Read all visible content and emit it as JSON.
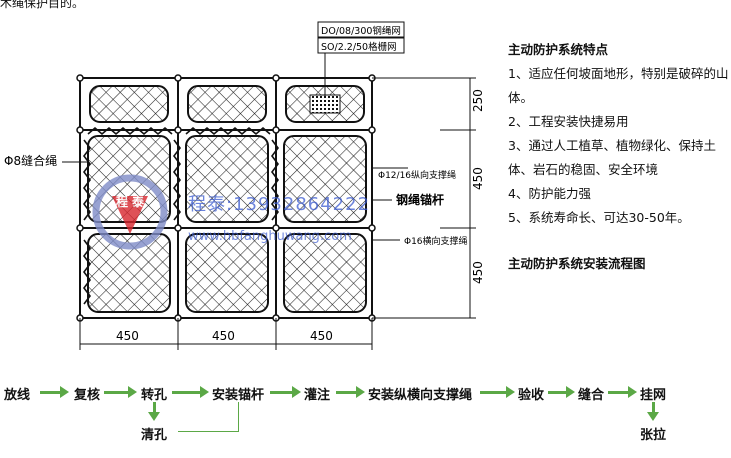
{
  "top_fragment": "木绳保护目的。",
  "labels": {
    "mesh_top": "DO/08/300钢绳网",
    "mesh_inner": "SO/2.2/50格栅网",
    "seam_rope": "Φ8缝合绳",
    "vertical_rope": "Φ12/16纵向支撑绳",
    "anchor": "钢绳锚杆",
    "horizontal_rope": "Φ16横向支撑绳",
    "dim_250": "250",
    "dim_450a": "450",
    "dim_450b": "450",
    "dim_bottom_1": "450",
    "dim_bottom_2": "450",
    "dim_bottom_3": "450"
  },
  "watermark": {
    "logo_char1": "程",
    "logo_char2": "泰",
    "phone": "程泰:13932864222",
    "url": "www.hbfanghuwang.com"
  },
  "features": {
    "title": "主动防护系统特点",
    "items": [
      "1、适应任何坡面地形，特别是破碎的山体。",
      "2、工程安装快捷易用",
      "3、通过人工植草、植物绿化、保持土体、岩石的稳固、安全环境",
      "4、防护能力强",
      "5、系统寿命长、可达30-50年。"
    ],
    "flow_title": "主动防护系统安装流程图"
  },
  "flow": {
    "steps": [
      "放线",
      "复核",
      "转孔",
      "安装锚杆",
      "灌注",
      "安装纵横向支撑绳",
      "验收",
      "缝合",
      "挂网"
    ],
    "below_zhuankong": "清孔",
    "below_guawang": "张拉"
  },
  "colors": {
    "arrow": "#5ba846",
    "line": "#111111",
    "watermark": "#3b5bd0"
  }
}
